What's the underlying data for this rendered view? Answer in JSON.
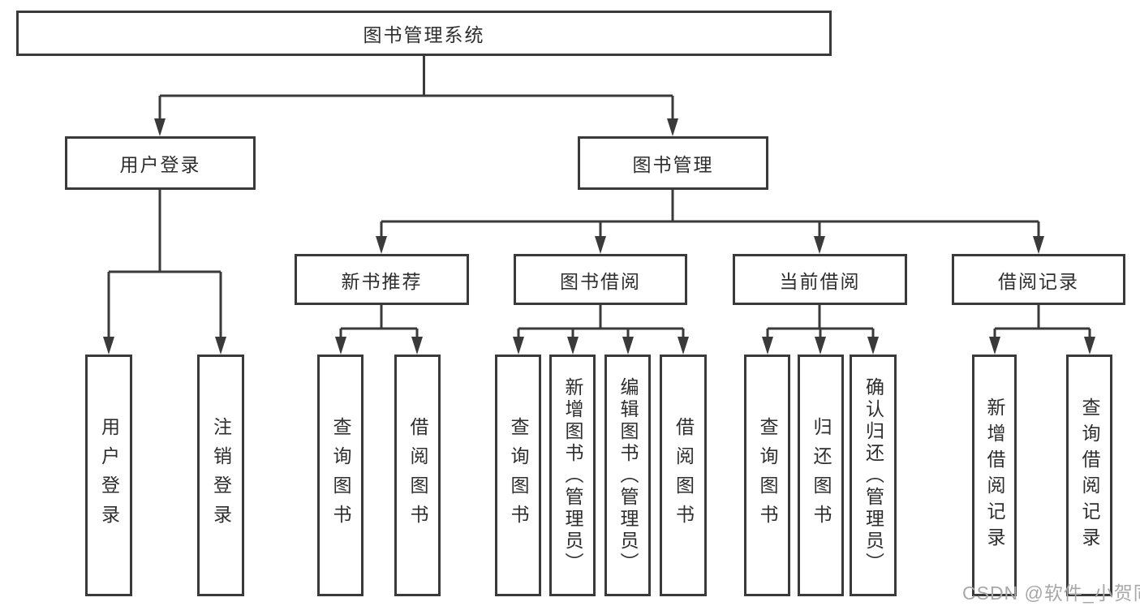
{
  "diagram": {
    "title": "图书管理系统",
    "nodes": {
      "root": "图书管理系统",
      "level2": [
        {
          "label": "用户登录"
        },
        {
          "label": "图书管理"
        }
      ],
      "level3": [
        {
          "label": "新书推荐"
        },
        {
          "label": "图书借阅"
        },
        {
          "label": "当前借阅"
        },
        {
          "label": "借阅记录"
        }
      ],
      "user_login_leaves": [
        "用户登录",
        "注销登录"
      ],
      "recommend_leaves": [
        "查询图书",
        "借阅图书"
      ],
      "borrow_leaves": [
        "查询图书",
        "新增图书（管理员）",
        "编辑图书（管理员）",
        "借阅图书"
      ],
      "current_leaves": [
        "查询图书",
        "归还图书",
        "确认归还（管理员）"
      ],
      "record_leaves": [
        "新增借阅记录",
        "查询借阅记录"
      ]
    },
    "colors": {
      "line": "#3a3a3a",
      "box_border": "#3a3a3a",
      "text": "#2e2e2e",
      "watermark": "#a8a8a8",
      "background": "#ffffff"
    },
    "watermark": "CSDN @软件_小贺同学"
  }
}
